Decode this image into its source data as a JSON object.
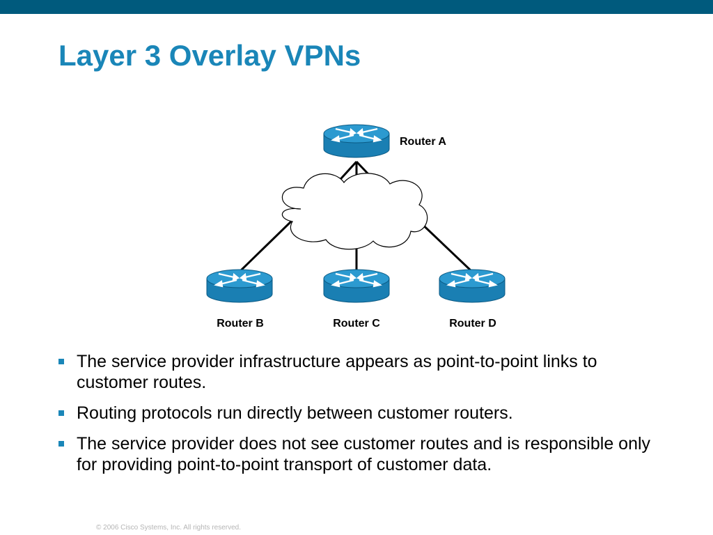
{
  "slide": {
    "title": "Layer 3 Overlay VPNs",
    "accent_color": "#1a86b8",
    "top_bar_color": "#005a7d"
  },
  "diagram": {
    "routers": [
      {
        "id": "a",
        "label": "Router A",
        "icon": "router-icon"
      },
      {
        "id": "b",
        "label": "Router B",
        "icon": "router-icon"
      },
      {
        "id": "c",
        "label": "Router C",
        "icon": "router-icon"
      },
      {
        "id": "d",
        "label": "Router D",
        "icon": "router-icon"
      }
    ],
    "cloud_icon": "cloud-icon",
    "router_color": "#1a8cc4"
  },
  "bullets": [
    "The service provider infrastructure appears as point-to-point links to customer routes.",
    "Routing protocols run directly between customer routers.",
    "The service provider does not see customer routes and is responsible only for providing point-to-point transport of customer data."
  ],
  "footer": "© 2006 Cisco Systems, Inc. All rights reserved."
}
